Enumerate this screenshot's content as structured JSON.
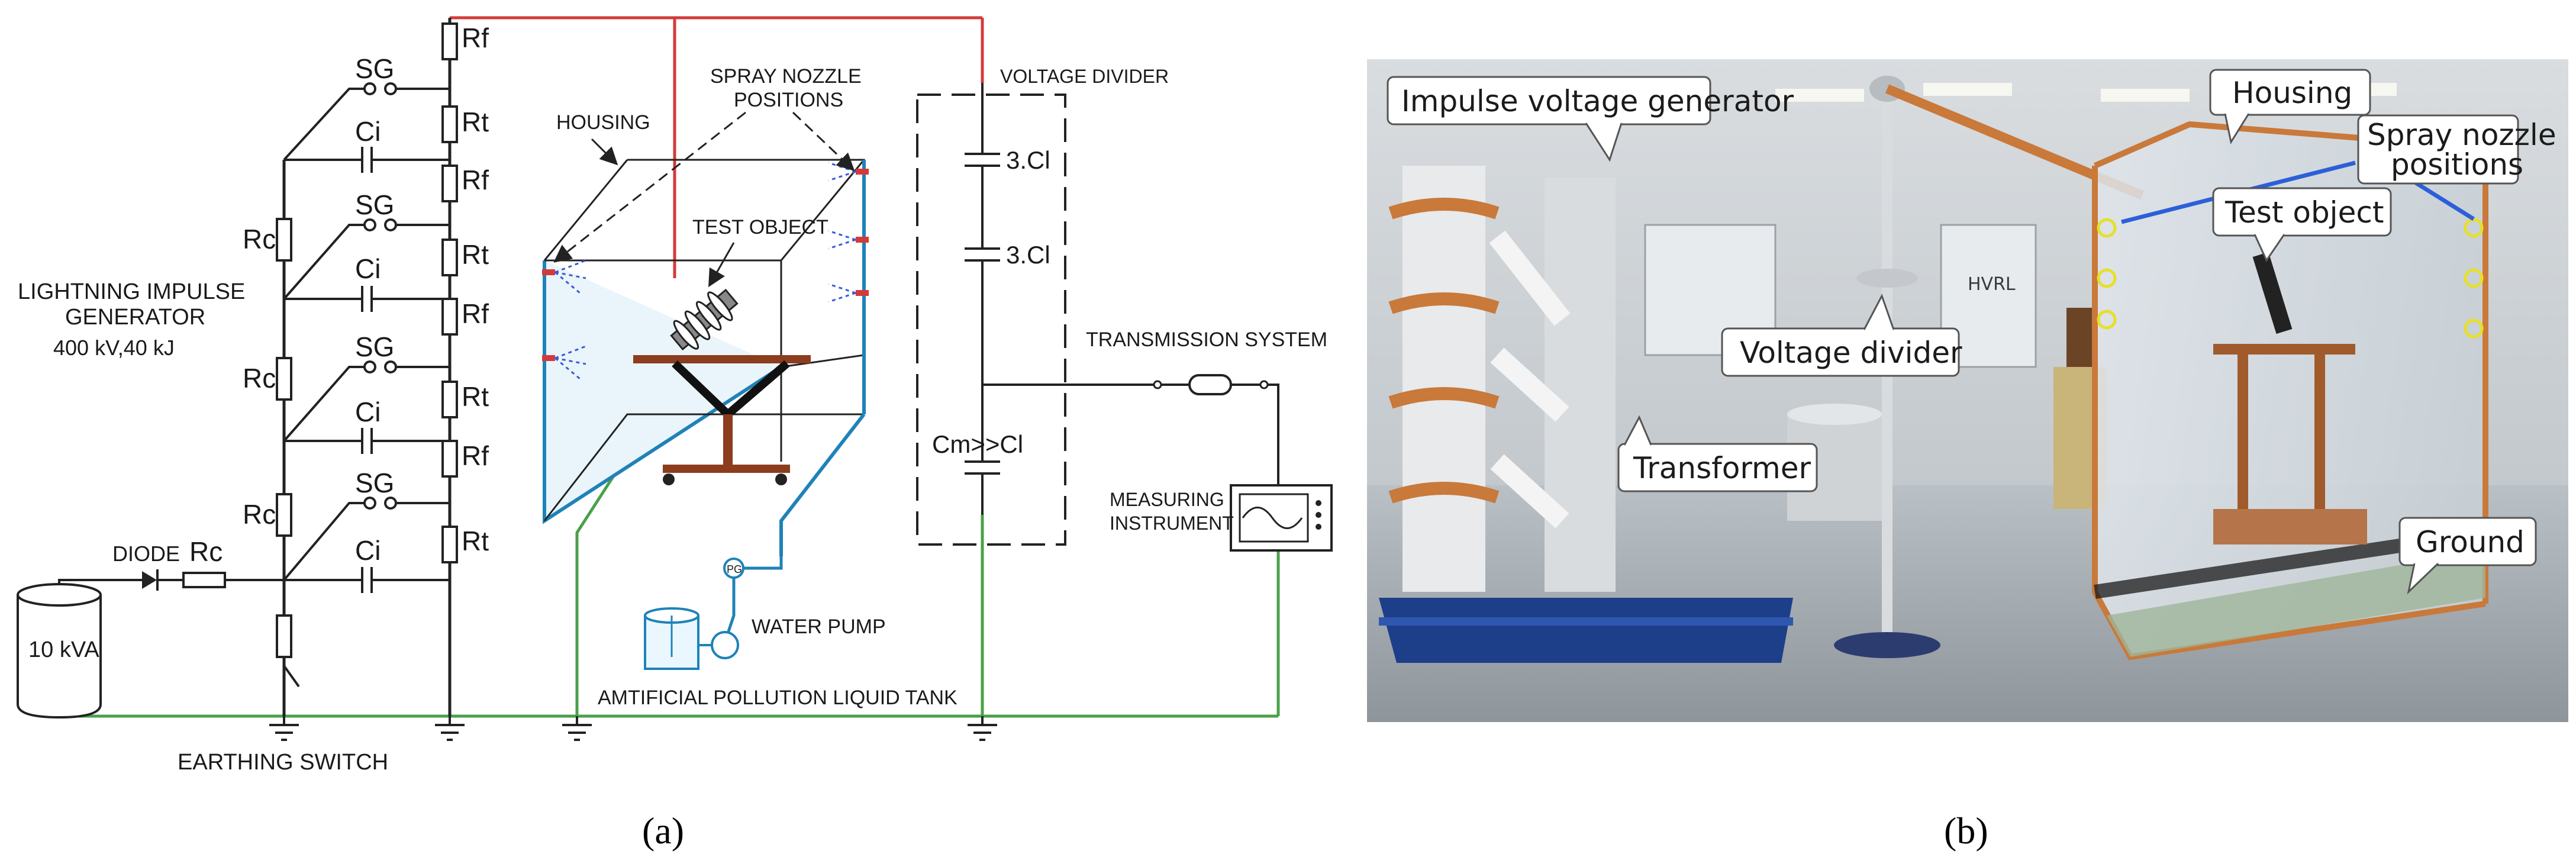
{
  "panel_a": {
    "caption": "(a)",
    "generator_title_line1": "LIGHTNING IMPULSE",
    "generator_title_line2": "GENERATOR",
    "generator_rating": "400 kV,40 kJ",
    "source": "10 kVA",
    "diode": "DIODE",
    "rc_charging": "Rc",
    "earthing_switch": "EARTHING SWITCH",
    "stages": [
      {
        "sg": "SG",
        "ci": "Ci",
        "rc": "Rc",
        "rf": "Rf",
        "rt": "Rt"
      },
      {
        "sg": "SG",
        "ci": "Ci",
        "rc": "Rc",
        "rf": "Rf",
        "rt": "Rt"
      },
      {
        "sg": "SG",
        "ci": "Ci",
        "rc": "Rc",
        "rf": "Rf",
        "rt": "Rt"
      },
      {
        "sg": "SG",
        "ci": "Ci",
        "rc": "Rc",
        "rf": "Rf",
        "rt": "Rt"
      }
    ],
    "housing": "HOUSING",
    "spray_line1": "SPRAY NOZZLE",
    "spray_line2": "POSITIONS",
    "test_object": "TEST OBJECT",
    "pg": "PG",
    "water_pump": "WATER PUMP",
    "tank": "AMTIFICIAL POLLUTION LIQUID TANK",
    "voltage_divider": "VOLTAGE DIVIDER",
    "cap1": "3.Cl",
    "cap2": "3.Cl",
    "cap3": "Cm>>Cl",
    "transmission": "TRANSMISSION SYSTEM",
    "measuring_line1": "MEASURING",
    "measuring_line2": "INSTRUMENT",
    "colors": {
      "line": "#222222",
      "hv": "#d43a3a",
      "ground": "#4aa04a",
      "housing": "#1f82b8",
      "spray": "#3b5bd6",
      "wood": "#8b3d1e"
    }
  },
  "panel_b": {
    "caption": "(b)",
    "callouts": {
      "impulse": "Impulse voltage generator",
      "housing": "Housing",
      "spray": "Spray nozzle positions",
      "spray_line1": "Spray nozzle",
      "spray_line2": "positions",
      "test_object": "Test object",
      "voltage_divider": "Voltage divider",
      "transformer": "Transformer",
      "ground": "Ground"
    },
    "photo_sign": "HVRL",
    "colors": {
      "pointer": "#2c5fd8",
      "ring": "#e6e02a"
    }
  }
}
